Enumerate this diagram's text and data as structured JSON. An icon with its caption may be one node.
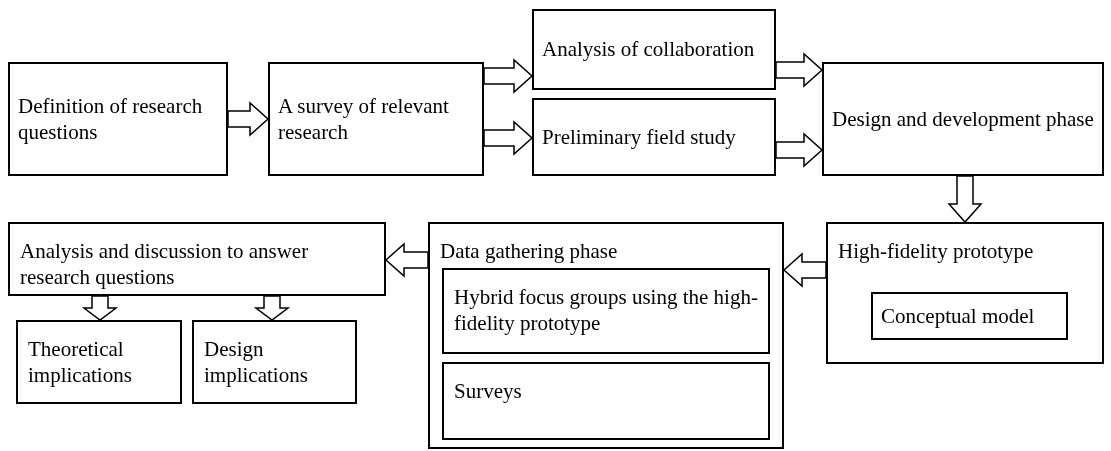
{
  "diagram": {
    "nodes": [
      {
        "text": [
          "Definition of research questions"
        ]
      },
      {
        "text": [
          "A survey of relevant research"
        ]
      },
      {
        "text": [
          "Analysis of collaboration"
        ]
      },
      {
        "text": [
          "Preliminary field study"
        ]
      },
      {
        "text": [
          "Design and development phase"
        ]
      },
      {
        "text": [
          "High-fidelity prototype"
        ]
      },
      {
        "text": [
          "Conceptual model"
        ],
        "in": 5
      },
      {
        "text": [
          "Data gathering phase"
        ]
      },
      {
        "text": [
          "Hybrid focus groups using the high-fidelity prototype"
        ],
        "in": 7
      },
      {
        "text": [
          "Surveys"
        ],
        "in": 7
      },
      {
        "text": [
          "Analysis and discussion to answer research questions"
        ]
      },
      {
        "text": [
          "Theoretical implications"
        ]
      },
      {
        "text": [
          "Design implications"
        ]
      }
    ],
    "edges": [
      {
        "from": 0,
        "to": 1,
        "arrow": "to"
      },
      {
        "from": 1,
        "to": 2,
        "arrow": "to"
      },
      {
        "from": 1,
        "to": 3,
        "arrow": "to"
      },
      {
        "from": 2,
        "to": 4,
        "arrow": "to"
      },
      {
        "from": 3,
        "to": 4,
        "arrow": "to"
      },
      {
        "from": 4,
        "to": 5,
        "arrow": "to"
      },
      {
        "from": 5,
        "to": 7,
        "arrow": "to"
      },
      {
        "from": 7,
        "to": 10,
        "arrow": "to"
      },
      {
        "from": 10,
        "to": 11,
        "arrow": "to"
      },
      {
        "from": 10,
        "to": 12,
        "arrow": "to"
      }
    ]
  }
}
